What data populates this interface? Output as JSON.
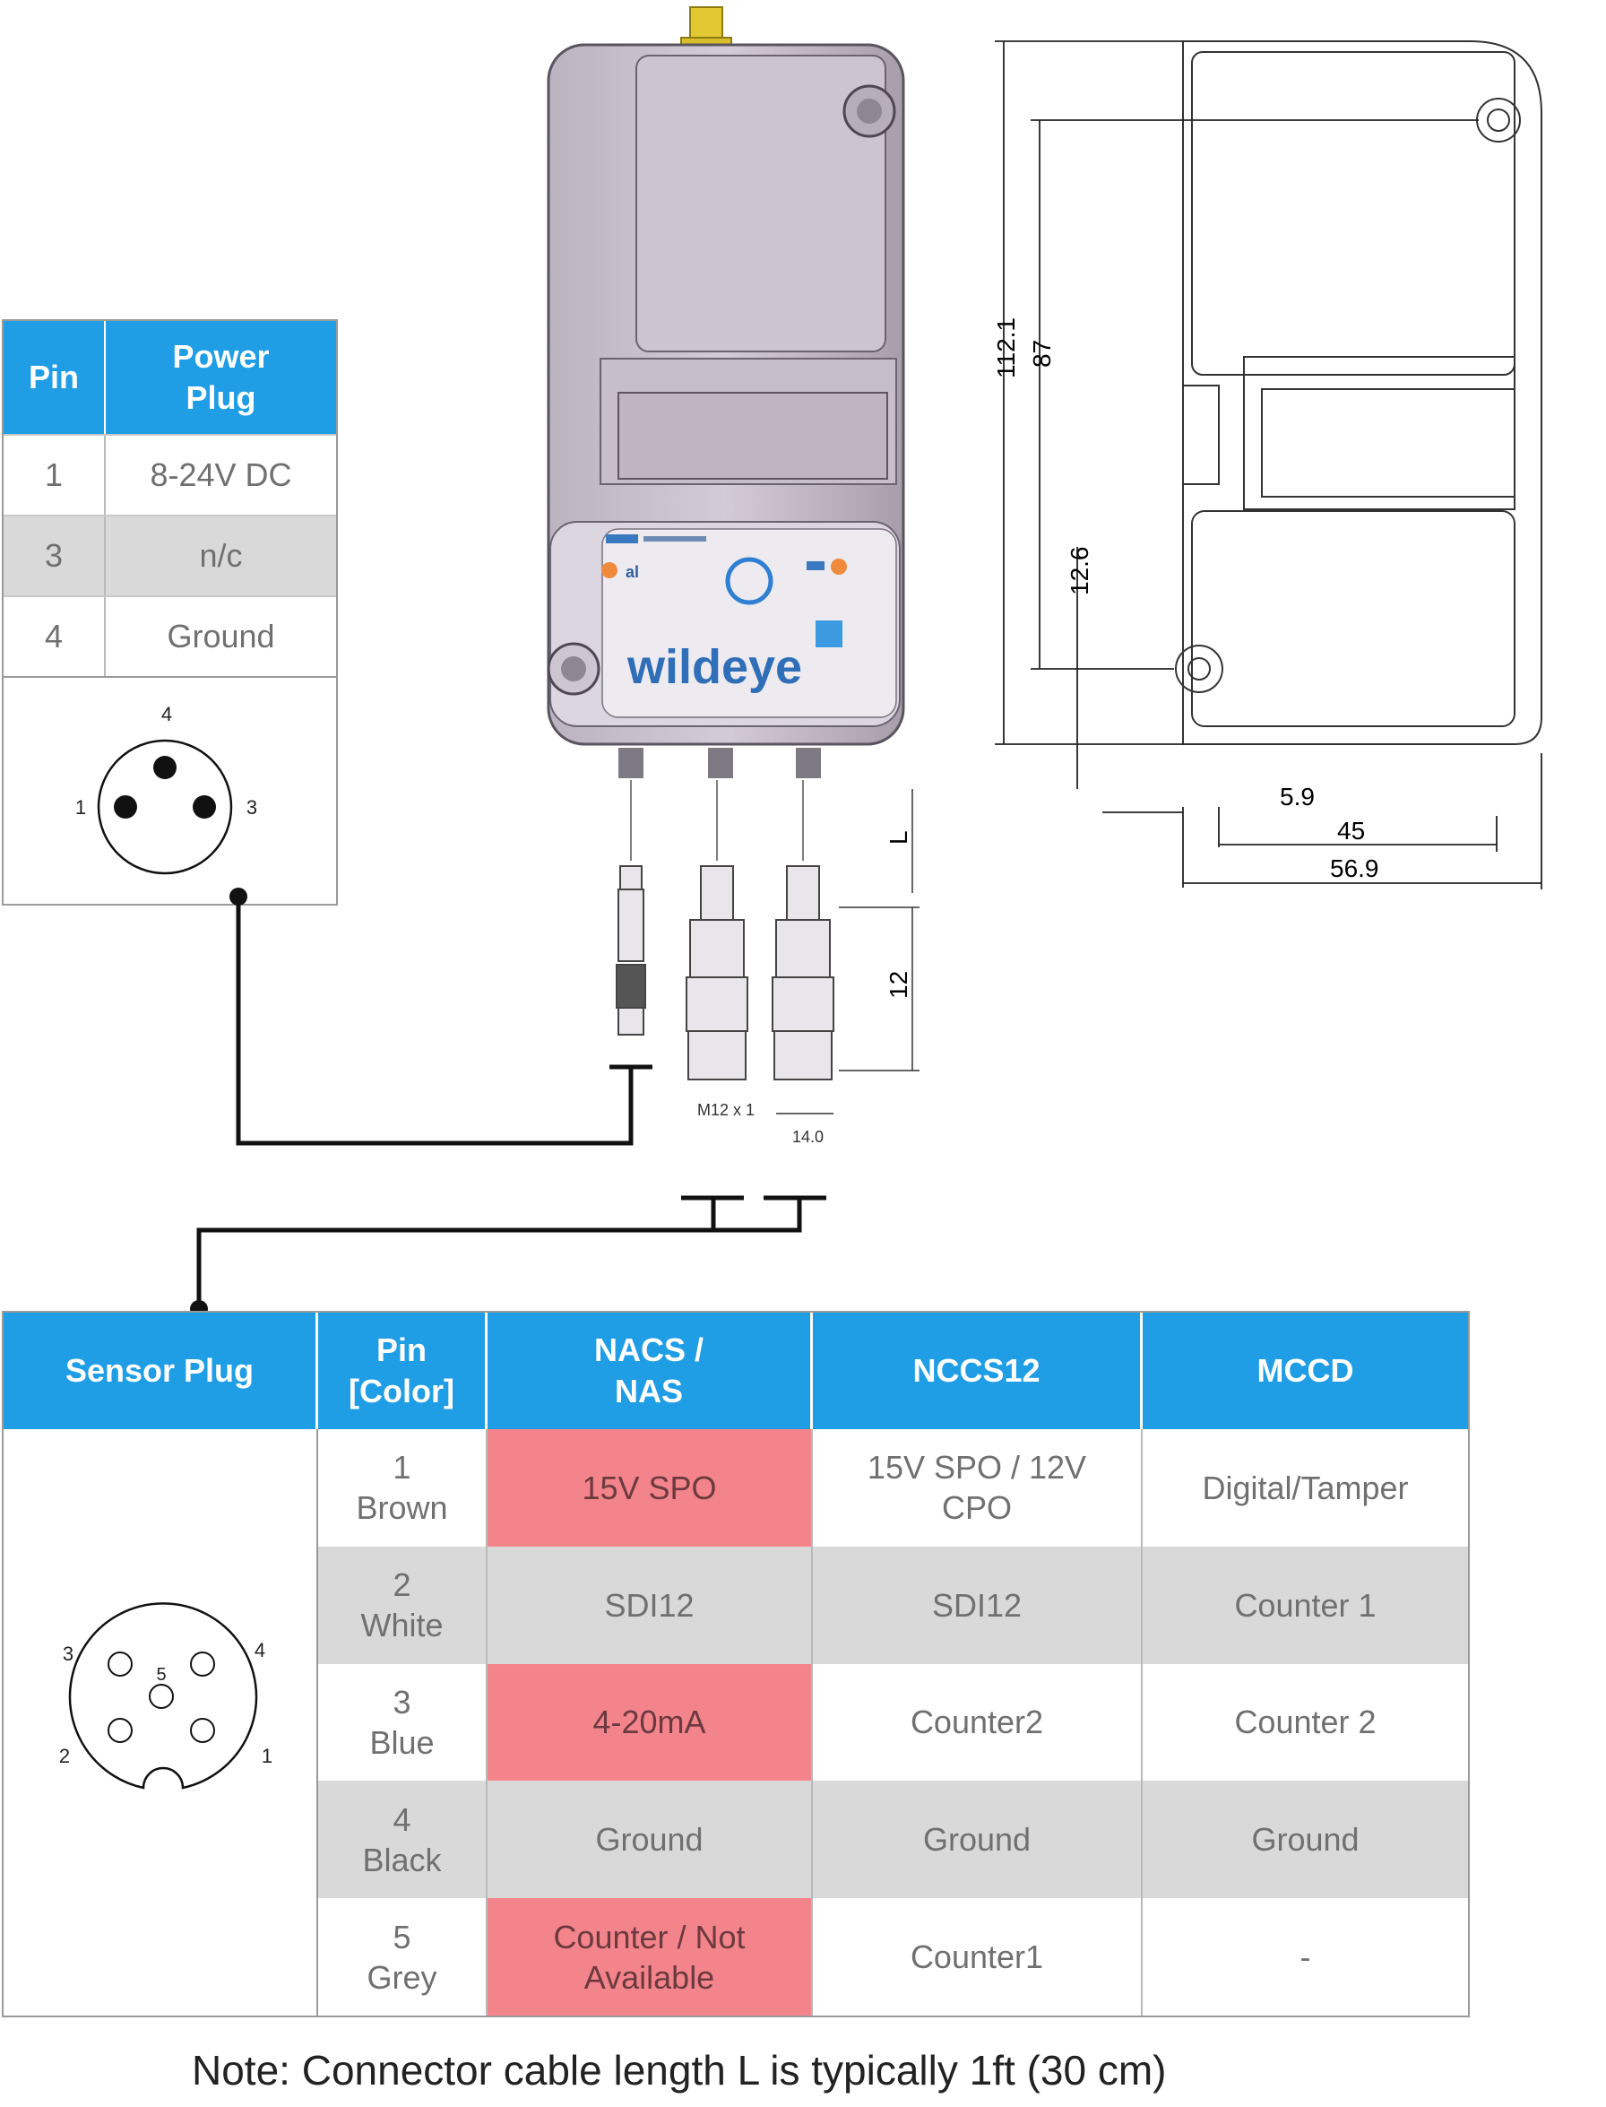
{
  "power_table": {
    "header": {
      "pin": "Pin",
      "plug": "Power Plug"
    },
    "rows": [
      {
        "pin": "1",
        "value": "8-24V DC"
      },
      {
        "pin": "3",
        "value": "n/c"
      },
      {
        "pin": "4",
        "value": "Ground"
      }
    ],
    "pin_labels": {
      "top": "4",
      "left": "1",
      "right": "3"
    }
  },
  "sensor_table": {
    "header": {
      "plug": "Sensor Plug",
      "pin": "Pin [Color]",
      "nacs": "NACS / NAS",
      "nccs": "NCCS12",
      "mccd": "MCCD"
    },
    "rows": [
      {
        "pin": "1",
        "color": "Brown",
        "nacs": "15V SPO",
        "nccs": "15V SPO / 12V CPO",
        "mccd": "Digital/Tamper"
      },
      {
        "pin": "2",
        "color": "White",
        "nacs": "SDI12",
        "nccs": "SDI12",
        "mccd": "Counter 1"
      },
      {
        "pin": "3",
        "color": "Blue",
        "nacs": "4-20mA",
        "nccs": "Counter2",
        "mccd": "Counter 2"
      },
      {
        "pin": "4",
        "color": "Black",
        "nacs": "Ground",
        "nccs": "Ground",
        "mccd": "Ground"
      },
      {
        "pin": "5",
        "color": "Grey",
        "nacs": "Counter / Not Available",
        "nccs": "Counter1",
        "mccd": "-"
      }
    ],
    "pin_labels": {
      "p1": "1",
      "p2": "2",
      "p3": "3",
      "p4": "4",
      "p5": "5"
    }
  },
  "device": {
    "brand": "wildeye"
  },
  "dimensions": {
    "height_total": "112.1",
    "height_holes": "87",
    "hole_offset": "12.6",
    "width_hole": "5.9",
    "width_inner": "45",
    "width_total": "56.9",
    "cable_length": "L",
    "connector_length": "12",
    "thread": "M12 x 1",
    "wrench": "14.0"
  },
  "note": "Note: Connector cable length L is typically 1ft (30 cm)",
  "colors": {
    "header_blue": "#1f9ee6",
    "highlight_red": "#f4848c",
    "row_grey": "#d9d9d9"
  }
}
